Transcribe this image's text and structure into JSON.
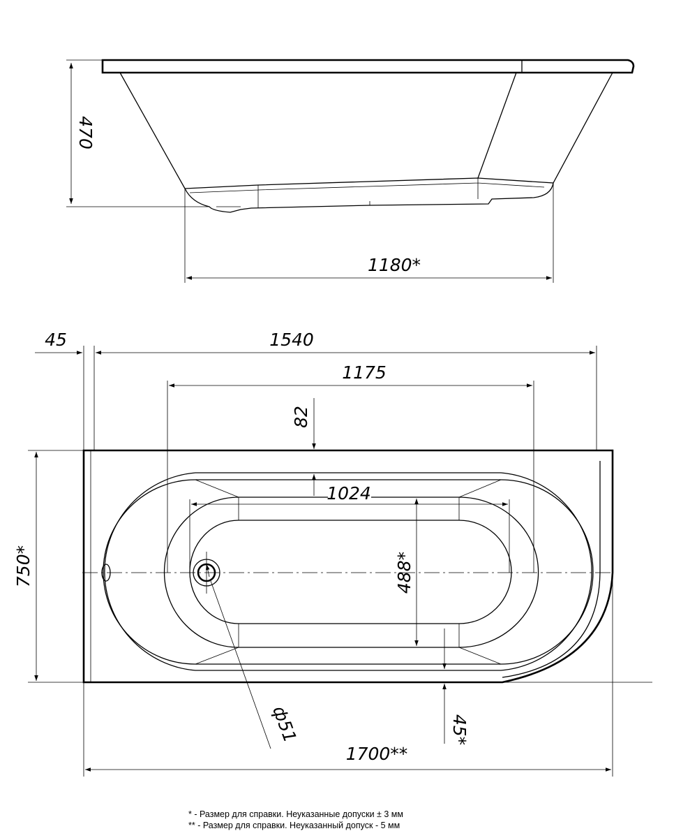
{
  "side_view": {
    "height_dim": "470",
    "length_dim": "1180*"
  },
  "top_view": {
    "offset_dim": "45",
    "overall_inner_dim": "1540",
    "basin_length_dim": "1175",
    "rim_dim": "82",
    "bottom_length_dim": "1024",
    "bottom_width_dim": "488*",
    "width_dim": "750*",
    "drain_dim": "ф51",
    "side_rim_dim": "45*",
    "total_length_dim": "1700**"
  },
  "notes": [
    "* -  Размер для справки. Неуказанные допуски ± 3 мм",
    "** - Размер для справки. Неуказанный допуск - 5 мм"
  ]
}
